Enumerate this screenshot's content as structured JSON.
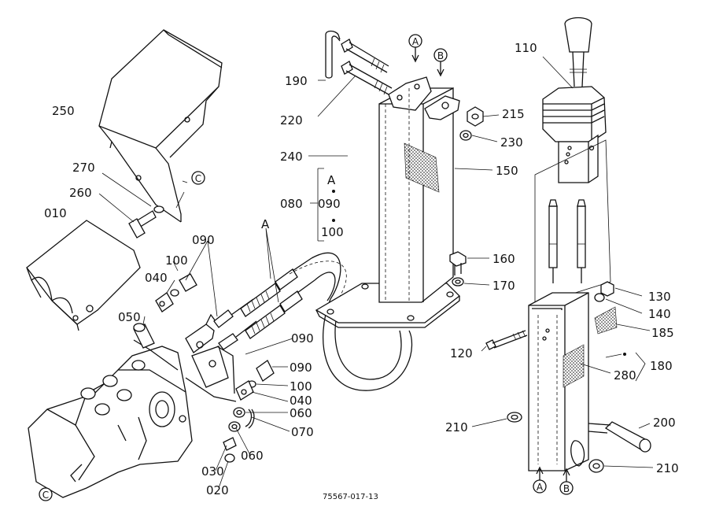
{
  "drawing_number": "75567-017-13",
  "labels": {
    "p250": "250",
    "p270": "270",
    "p260": "260",
    "p010": "010",
    "p100a": "100",
    "p090a": "090",
    "p040a": "040",
    "p050": "050",
    "p190": "190",
    "p220": "220",
    "p240": "240",
    "p080": "080",
    "p090b": "090",
    "p100b": "100",
    "sub_a": "A",
    "p090c": "090",
    "p090d": "090",
    "p100c": "100",
    "p040b": "040",
    "p060a": "060",
    "p070": "070",
    "p060b": "060",
    "p030": "030",
    "p020": "020",
    "p215": "215",
    "p230": "230",
    "p150": "150",
    "p160": "160",
    "p170": "170",
    "p110": "110",
    "p130": "130",
    "p140": "140",
    "p185": "185",
    "p120": "120",
    "p180": "180",
    "p280": "280",
    "p200": "200",
    "p210a": "210",
    "p210b": "210",
    "cable_a": "A"
  },
  "markers": {
    "a_top": "A",
    "b_top": "B",
    "c_mid": "C",
    "c_bottom": "C",
    "a_bottom": "A",
    "b_bottom": "B"
  }
}
